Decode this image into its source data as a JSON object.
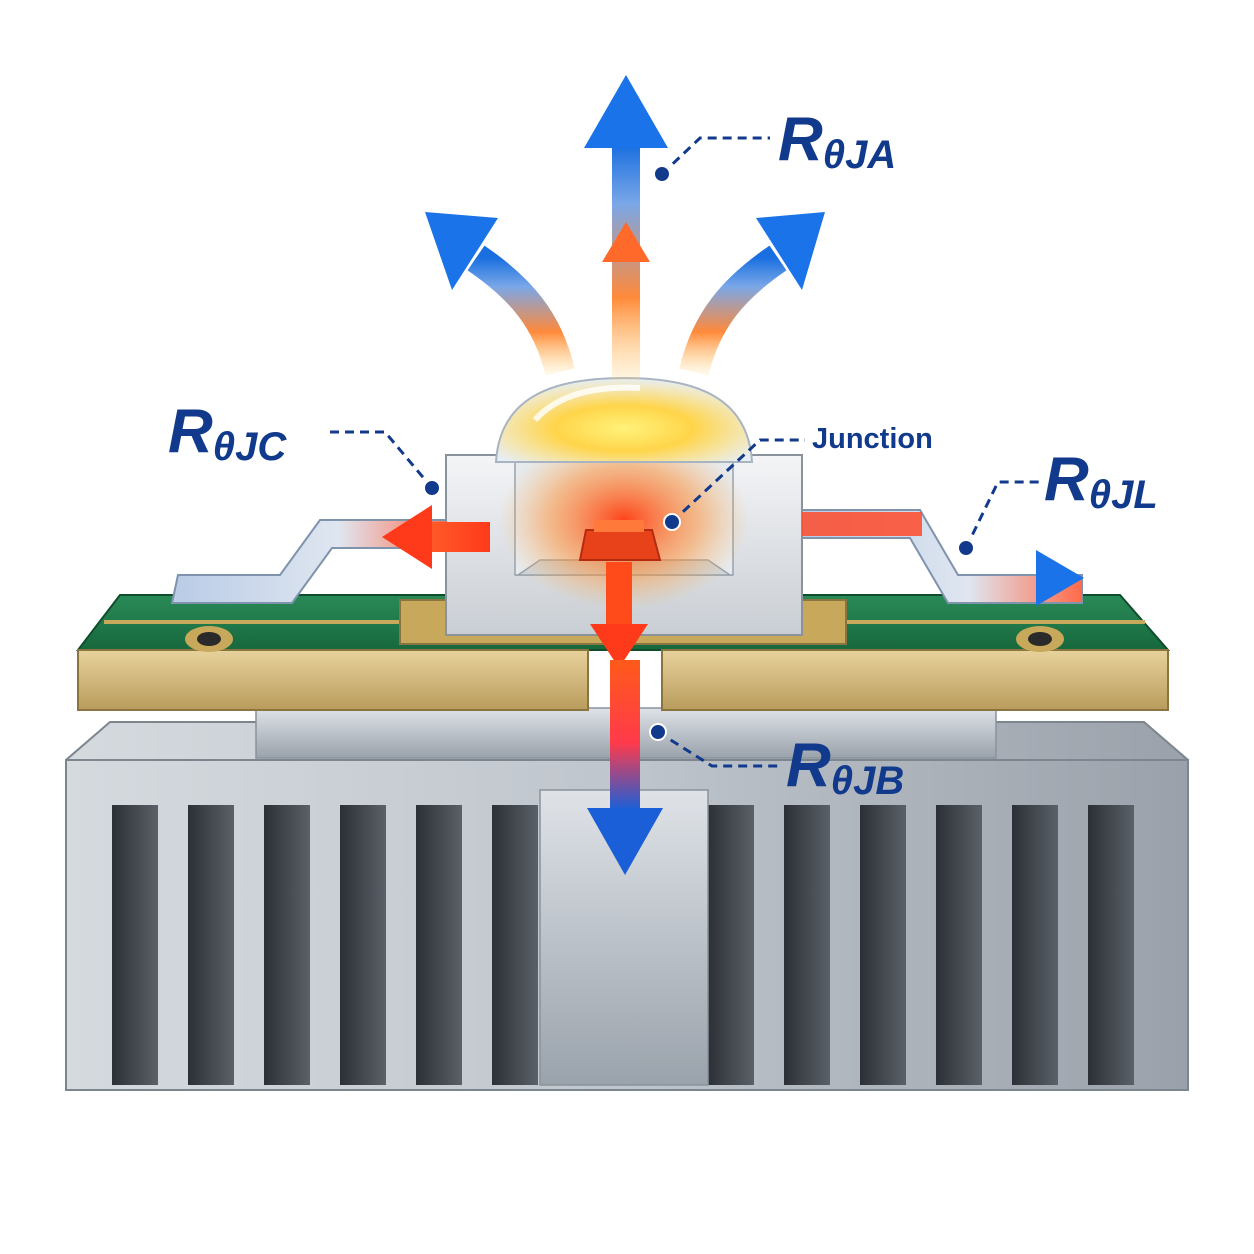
{
  "labels": {
    "ja": {
      "main": "R",
      "sub": "θJA"
    },
    "jc": {
      "main": "R",
      "sub": "θJC"
    },
    "jl": {
      "main": "R",
      "sub": "θJL"
    },
    "jb": {
      "main": "R",
      "sub": "θJB"
    },
    "junction": "Junction"
  },
  "colors": {
    "label": "#123a8c",
    "heat": "#ff3a1a",
    "cool": "#1a73e8",
    "pcb": "#1f7a4a",
    "pcb_core": "#d9c08a",
    "heatsink": "#b8bfc6",
    "lead": "#c8d4e4"
  },
  "icons": [
    "heat-flow-arrow",
    "led-package",
    "pcb-board",
    "heatsink"
  ]
}
